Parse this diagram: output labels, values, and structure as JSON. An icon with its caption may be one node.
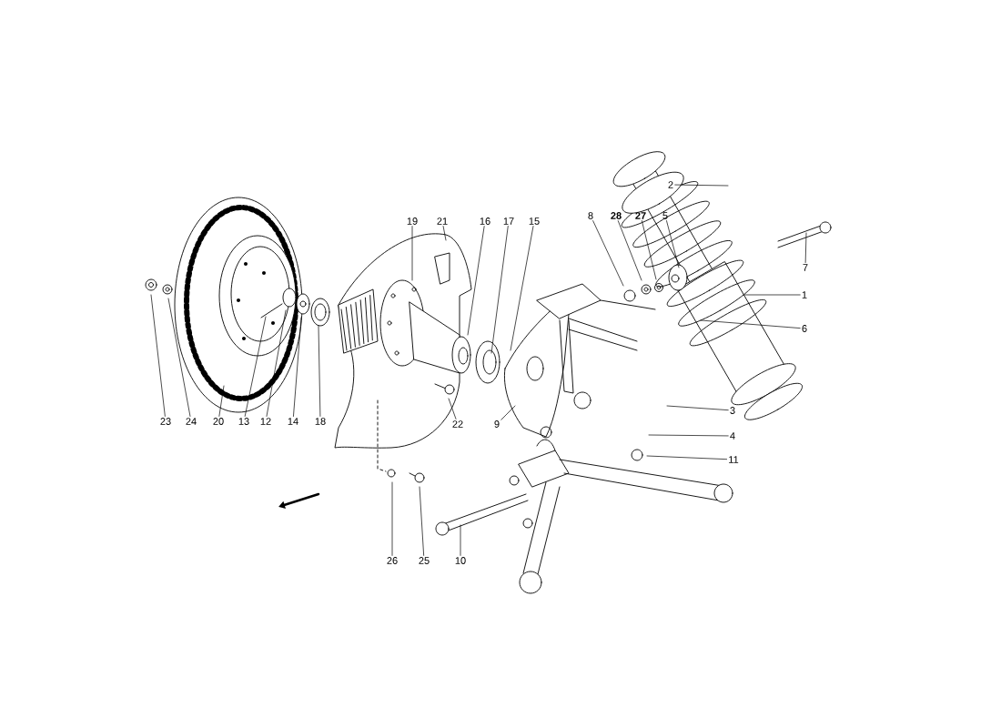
{
  "diagram": {
    "nodes": [
      {
        "text": [
          "2"
        ]
      },
      {
        "text": [
          "19"
        ]
      },
      {
        "text": [
          "21"
        ]
      },
      {
        "text": [
          "16"
        ]
      },
      {
        "text": [
          "17"
        ]
      },
      {
        "text": [
          "15"
        ]
      },
      {
        "text": [
          "8"
        ]
      },
      {
        "text": [
          "28"
        ]
      },
      {
        "text": [
          "27"
        ]
      },
      {
        "text": [
          "5"
        ]
      },
      {
        "text": [
          "7"
        ]
      },
      {
        "text": [
          "1"
        ]
      },
      {
        "text": [
          "6"
        ]
      },
      {
        "text": [
          "3"
        ]
      },
      {
        "text": [
          "23"
        ]
      },
      {
        "text": [
          "24"
        ]
      },
      {
        "text": [
          "20"
        ]
      },
      {
        "text": [
          "13"
        ]
      },
      {
        "text": [
          "12"
        ]
      },
      {
        "text": [
          "14"
        ]
      },
      {
        "text": [
          "18"
        ]
      },
      {
        "text": [
          "22"
        ]
      },
      {
        "text": [
          "9"
        ]
      },
      {
        "text": [
          "4"
        ]
      },
      {
        "text": [
          "11"
        ]
      },
      {
        "text": [
          "26"
        ]
      },
      {
        "text": [
          "25"
        ]
      },
      {
        "text": [
          "10"
        ]
      }
    ],
    "edges": [
      {
        "from": 0,
        "to": null,
        "arrow": "none"
      },
      {
        "from": 1,
        "to": null,
        "arrow": "none"
      },
      {
        "from": 2,
        "to": null,
        "arrow": "none"
      },
      {
        "from": 3,
        "to": null,
        "arrow": "none"
      },
      {
        "from": 4,
        "to": null,
        "arrow": "none"
      },
      {
        "from": 5,
        "to": null,
        "arrow": "none"
      },
      {
        "from": 6,
        "to": null,
        "arrow": "none"
      },
      {
        "from": 7,
        "to": null,
        "arrow": "none"
      },
      {
        "from": 8,
        "to": null,
        "arrow": "none"
      },
      {
        "from": 9,
        "to": null,
        "arrow": "none"
      },
      {
        "from": 10,
        "to": null,
        "arrow": "none"
      },
      {
        "from": 11,
        "to": null,
        "arrow": "none"
      },
      {
        "from": 12,
        "to": null,
        "arrow": "none"
      },
      {
        "from": 13,
        "to": null,
        "arrow": "none"
      },
      {
        "from": 14,
        "to": null,
        "arrow": "none"
      },
      {
        "from": 15,
        "to": null,
        "arrow": "none"
      },
      {
        "from": 16,
        "to": null,
        "arrow": "none"
      },
      {
        "from": 17,
        "to": null,
        "arrow": "none"
      },
      {
        "from": 18,
        "to": null,
        "arrow": "none"
      },
      {
        "from": 19,
        "to": null,
        "arrow": "none"
      },
      {
        "from": 20,
        "to": null,
        "arrow": "none"
      },
      {
        "from": 21,
        "to": null,
        "arrow": "none"
      },
      {
        "from": 22,
        "to": null,
        "arrow": "none"
      },
      {
        "from": 23,
        "to": null,
        "arrow": "none"
      },
      {
        "from": 24,
        "to": null,
        "arrow": "none"
      },
      {
        "from": 25,
        "to": null,
        "arrow": "none"
      },
      {
        "from": 26,
        "to": null,
        "arrow": "none"
      },
      {
        "from": 27,
        "to": null,
        "arrow": "none"
      }
    ]
  }
}
